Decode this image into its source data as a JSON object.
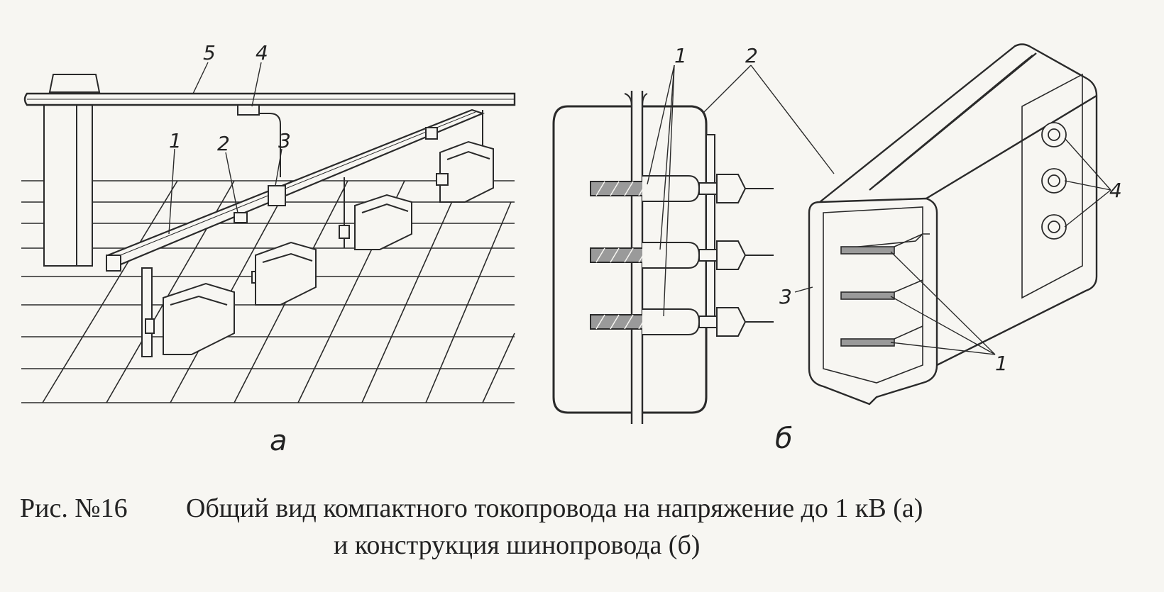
{
  "figure_a": {
    "callouts": [
      "1",
      "2",
      "3",
      "4",
      "5"
    ],
    "sublabel": "а"
  },
  "figure_b": {
    "callouts_section": [
      "1",
      "2"
    ],
    "callouts_iso": [
      "3",
      "4",
      "1"
    ],
    "sublabel": "б"
  },
  "caption": {
    "label": "Рис. №16",
    "line1": "Общий вид компактного токопровода на напряжение до 1 кВ (а)",
    "line2": "и конструкция шинопровода (б)"
  }
}
